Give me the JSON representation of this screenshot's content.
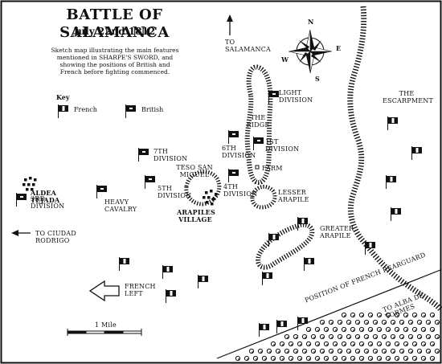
{
  "title": "BATTLE OF SALAMANCA",
  "subtitle": "July 22nd 1812",
  "description": "Sketch map illustrating the main features mentioned in SHARPE'S SWORD, and showing the positions of British and French before fighting commenced.",
  "key": {
    "heading": "Key",
    "french_label": "French",
    "british_label": "British"
  },
  "compass": {
    "n": "N",
    "e": "E",
    "s": "S",
    "w": "W"
  },
  "labels": {
    "to_salamanca": "To SALAMANCA",
    "escarpment": "THE ESCARPMENT",
    "light_division": "LIGHT DIVISION",
    "the_ridge": "THE RIDGE",
    "first_division": "1st DIVISION",
    "sixth_division": "6th DIVISION",
    "seventh_division": "7th DIVISION",
    "teso_san_miguel": "TESO SAN MIGUEL",
    "farm": "FARM",
    "fifth_division": "5th DIVISION",
    "fourth_division": "4th DIVISION",
    "lesser_arapile": "LESSER ARAPILE",
    "aldea_tejada": "ALDEA TEJADA",
    "third_division": "3rd DIVISION",
    "heavy_cavalry": "HEAVY CAVALRY",
    "arapiles_village": "ARAPILES VILLAGE",
    "greater_arapile": "GREATER ARAPILE",
    "to_ciudad_rodrigo": "To CIUDAD RODRIGO",
    "french_left": "FRENCH LEFT",
    "position_french_rearguard": "POSITION OF FRENCH REARGUARD",
    "to_alba_de_tormes": "To ALBA de TORMES",
    "scale": "1 Mile"
  }
}
